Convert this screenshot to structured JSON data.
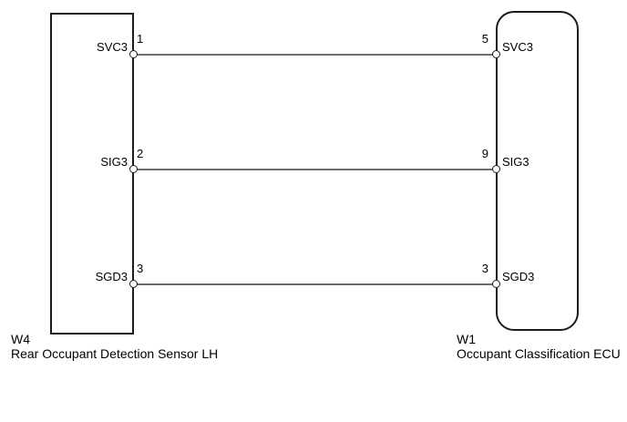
{
  "diagram": {
    "left_connector": {
      "code": "W4",
      "name": "Rear Occupant Detection Sensor LH"
    },
    "right_connector": {
      "code": "W1",
      "name": "Occupant Classification ECU"
    },
    "wires": [
      {
        "left_label": "SVC3",
        "left_pin": "1",
        "right_pin": "5",
        "right_label": "SVC3"
      },
      {
        "left_label": "SIG3",
        "left_pin": "2",
        "right_pin": "9",
        "right_label": "SIG3"
      },
      {
        "left_label": "SGD3",
        "left_pin": "3",
        "right_pin": "3",
        "right_label": "SGD3"
      }
    ],
    "colors": {
      "background": "#ffffff",
      "outline": "#1c1c1c",
      "wire": "#6e6e6e",
      "text": "#000000"
    }
  }
}
